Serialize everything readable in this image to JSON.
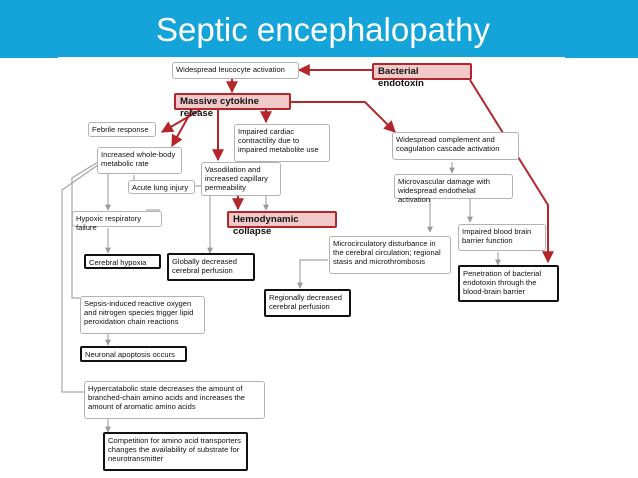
{
  "slide": {
    "title": "Septic encephalopathy",
    "colors": {
      "header": "#15a4d9",
      "highlight_border": "#b5252c",
      "highlight_fill": "#f2c9c9"
    }
  },
  "nodes": {
    "widespread_leucocyte": "Widespread leucocyte activation",
    "bacterial_endotoxin": "Bacterial endotoxin",
    "massive_cytokine": "Massive cytokine release",
    "febrile": "Febrile response",
    "metabolic_rate": "Increased whole-body metabolic rate",
    "cardiac": "Impaired cardiac contractility due to impaired metabolite use",
    "complement": "Widespread complement and coagulation cascade activation",
    "vasodilation": "Vasodilation and increased capillary permeability",
    "acute_lung": "Acute lung injury",
    "microvascular": "Microvascular damage with widespread endothelial activation",
    "hypoxic_resp": "Hypoxic respiratory failure",
    "hemodynamic": "Hemodynamic collapse",
    "impaired_bbb": "Impaired blood brain barrier function",
    "cerebral_hypoxia": "Cerebral hypoxia",
    "globally_decreased": "Globally decreased cerebral perfusion",
    "microcirculatory": "Microcirculatory disturbance in the cerebral circulation; regional stasis and microthrombosis",
    "penetration": "Penetration of bacterial endotoxin through the blood-brain barrier",
    "regionally_decreased": "Regionally decreased cerebral perfusion",
    "ros": "Sepsis-induced reactive oxygen and nitrogen species trigger lipid peroxidation chain reactions",
    "neuronal_apoptosis": "Neuronal apoptosis occurs",
    "hypercatabolic": "Hypercatabolic state decreases the amount of branched-chain amino acids and increases the amount of aromatic amino acids",
    "competition": "Competition for amino acid transporters changes the availability of substrate for neurotransmitter"
  }
}
